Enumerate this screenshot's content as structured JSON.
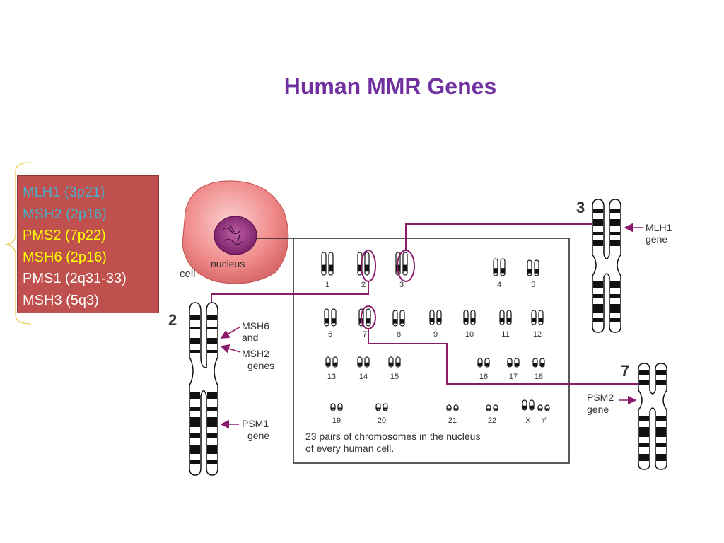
{
  "title": "Human MMR Genes",
  "genes": [
    {
      "text": "MLH1 (3p21)",
      "color": "#4bacc6"
    },
    {
      "text": "MSH2 (2p16)",
      "color": "#4bacc6"
    },
    {
      "text": "PMS2 (7p22)",
      "color": "#ffff00"
    },
    {
      "text": "MSH6 (2p16)",
      "color": "#ffff00"
    },
    {
      "text": "PMS1 (2q31-33)",
      "color": "#ffffff"
    },
    {
      "text": "MSH3 (5q3)",
      "color": "#ffffff"
    }
  ],
  "figure": {
    "cell_label": "cell",
    "nucleus_label": "nucleus",
    "chr_numbers": {
      "chr2": "2",
      "chr3": "3",
      "chr7": "7"
    },
    "gene_labels": {
      "msh6_line1": "MSH6",
      "msh6_line2": "and",
      "msh2_line1": "MSH2",
      "msh2_line2": "genes",
      "psm1_line1": "PSM1",
      "psm1_line2": "gene",
      "mlh1_line1": "MLH1",
      "mlh1_line2": "gene",
      "psm2_line1": "PSM2",
      "psm2_line2": "gene"
    },
    "karyotype_numbers": [
      "1",
      "2",
      "3",
      "4",
      "5",
      "6",
      "7",
      "8",
      "9",
      "10",
      "11",
      "12",
      "13",
      "14",
      "15",
      "16",
      "17",
      "18",
      "19",
      "20",
      "21",
      "22",
      "X",
      "Y"
    ],
    "caption_line1": "23 pairs of chromosomes in the nucleus",
    "caption_line2": "of every human cell."
  },
  "colors": {
    "title": "#7030a0",
    "box": "#c0504d",
    "connector": "#8b1a6b",
    "cell": "#f08a8a"
  }
}
